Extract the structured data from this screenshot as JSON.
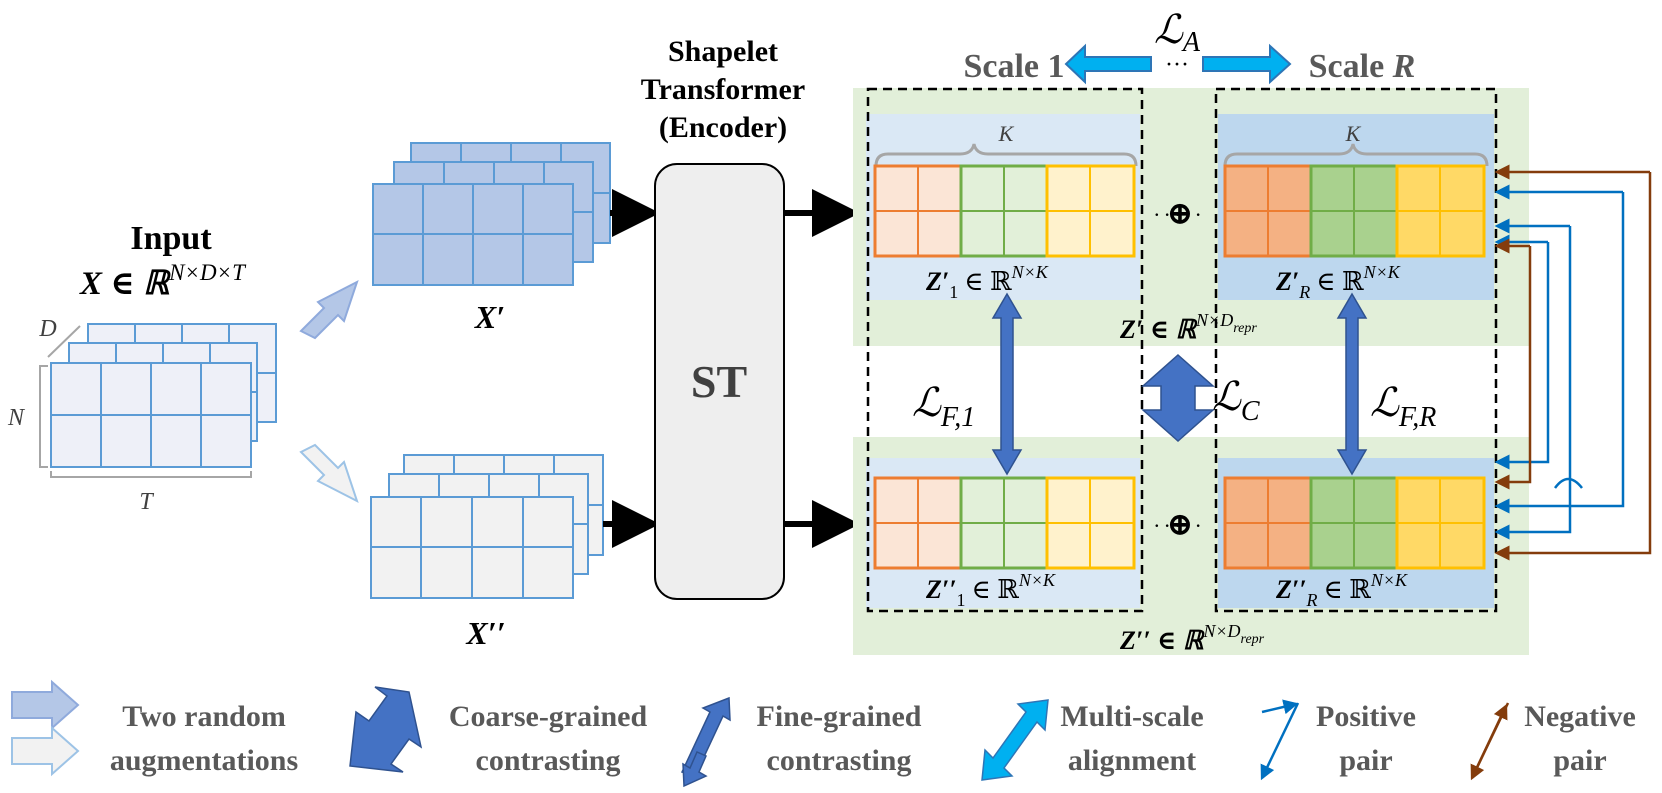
{
  "input": {
    "title": "Input",
    "math_base": "X ∈ ℝ",
    "math_sup": "N×D×T",
    "dim_n": "N",
    "dim_d": "D",
    "dim_t": "T"
  },
  "augment": {
    "x_prime": "X′",
    "x_dprime": "X′′"
  },
  "encoder": {
    "title_line1": "Shapelet",
    "title_line2": "Transformer",
    "title_line3": "(Encoder)",
    "box_label": "ST"
  },
  "scales": {
    "scale1": "Scale 1",
    "scaleR_prefix": "Scale ",
    "scaleR_var": "R",
    "ellipsis": "···",
    "align_loss": "ℒ",
    "align_loss_sub": "A"
  },
  "blocks": {
    "k_label": "K",
    "oplus": "⊕",
    "dots": "·····",
    "z1p_base": "Z′",
    "z1p_sub": "1",
    "zRp_base": "Z′",
    "zRp_sub": "R",
    "z1pp_base": "Z′′",
    "z1pp_sub": "1",
    "zRpp_base": "Z′′",
    "zRpp_sub": "R",
    "in_space": "∈ ℝ",
    "nk_sup": "N×K",
    "zp_total_base": "Z′ ∈ ℝ",
    "zpp_total_base": "Z′′ ∈ ℝ",
    "repr_sup_n": "N×D",
    "repr_sup_sub": "repr"
  },
  "losses": {
    "script_l": "ℒ",
    "f1_sub": "F,1",
    "fR_sub": "F,R",
    "c_sub": "C"
  },
  "legend": {
    "aug_line1": "Two random",
    "aug_line2": "augmentations",
    "coarse_line1": "Coarse-grained",
    "coarse_line2": "contrasting",
    "fine_line1": "Fine-grained",
    "fine_line2": "contrasting",
    "multi_line1": "Multi-scale",
    "multi_line2": "alignment",
    "pos_line1": "Positive",
    "pos_line2": "pair",
    "neg_line1": "Negative",
    "neg_line2": "pair"
  },
  "colors": {
    "grid_blue": "#5b9bd5",
    "grid_fill_dark": "#b4c7e7",
    "grid_fill_light": "#eef0f8",
    "grid_fill_white": "#f2f2f2",
    "green_bg": "#e2efd9",
    "light_blue_bg": "#dae8f5",
    "mid_blue_bg": "#bdd7ee",
    "orange": "#ed7d31",
    "green": "#70ad47",
    "yellow": "#ffc000",
    "arrow_blue": "#4472c4",
    "cyan": "#00b0f0",
    "brown": "#843c0c",
    "pos_blue": "#0070c0",
    "text_gray": "#404040"
  }
}
